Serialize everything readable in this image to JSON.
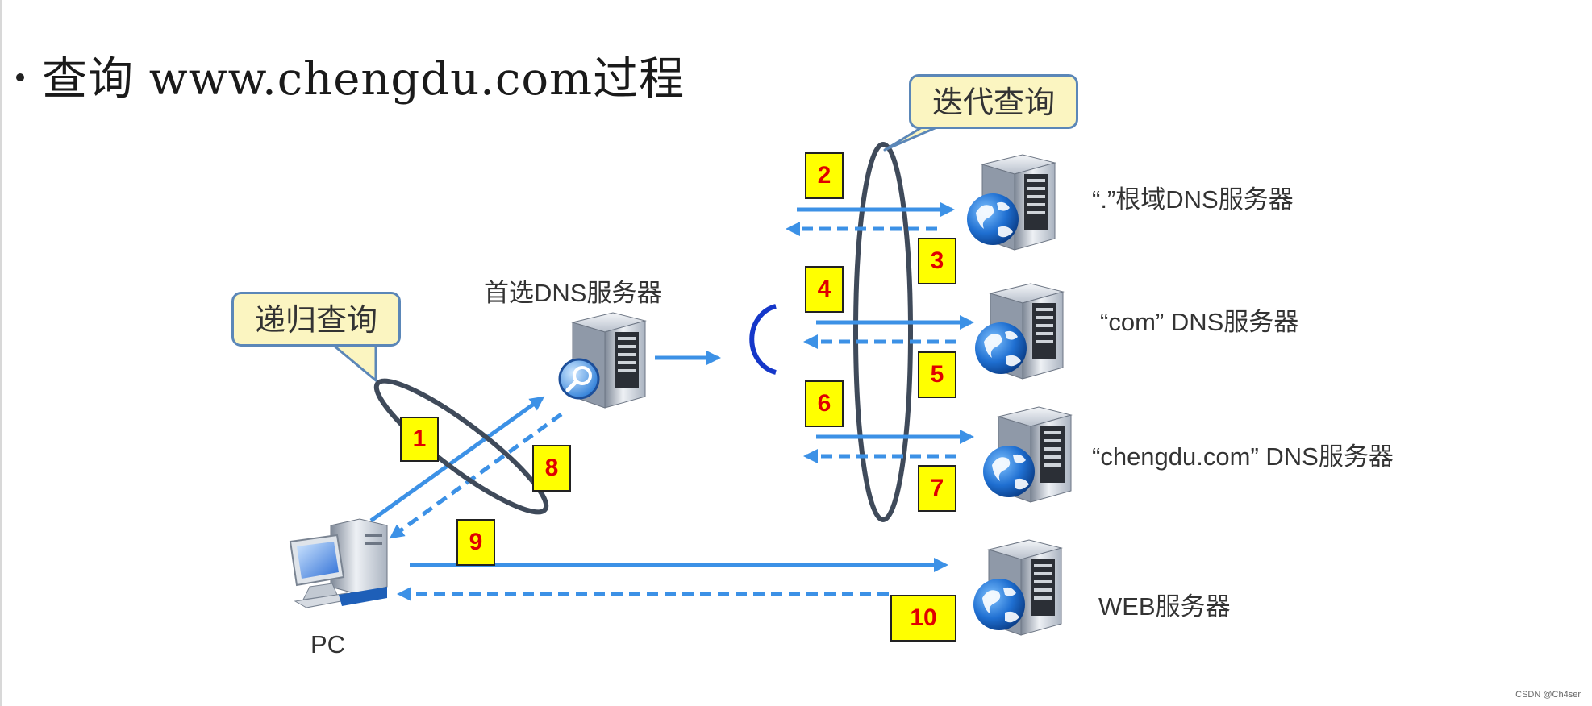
{
  "title": "查询 www.chengdu.com过程",
  "callouts": {
    "recursive": "递归查询",
    "iterative": "迭代查询"
  },
  "nodes": {
    "pc": "PC",
    "preferred_dns": "首选DNS服务器",
    "root_dns": "“.”根域DNS服务器",
    "com_dns": "“com” DNS服务器",
    "chengdu_dns": "“chengdu.com” DNS服务器",
    "web_server": "WEB服务器"
  },
  "steps": [
    "1",
    "2",
    "3",
    "4",
    "5",
    "6",
    "7",
    "8",
    "9",
    "10"
  ],
  "colors": {
    "arrow": "#3c91e6",
    "ellipse": "#3f4a5a",
    "callout_fill": "#fbf5c1",
    "callout_border": "#5b87b8",
    "step_fill": "#ffff00",
    "step_text": "#e00000"
  },
  "watermark": "CSDN @Ch4ser"
}
